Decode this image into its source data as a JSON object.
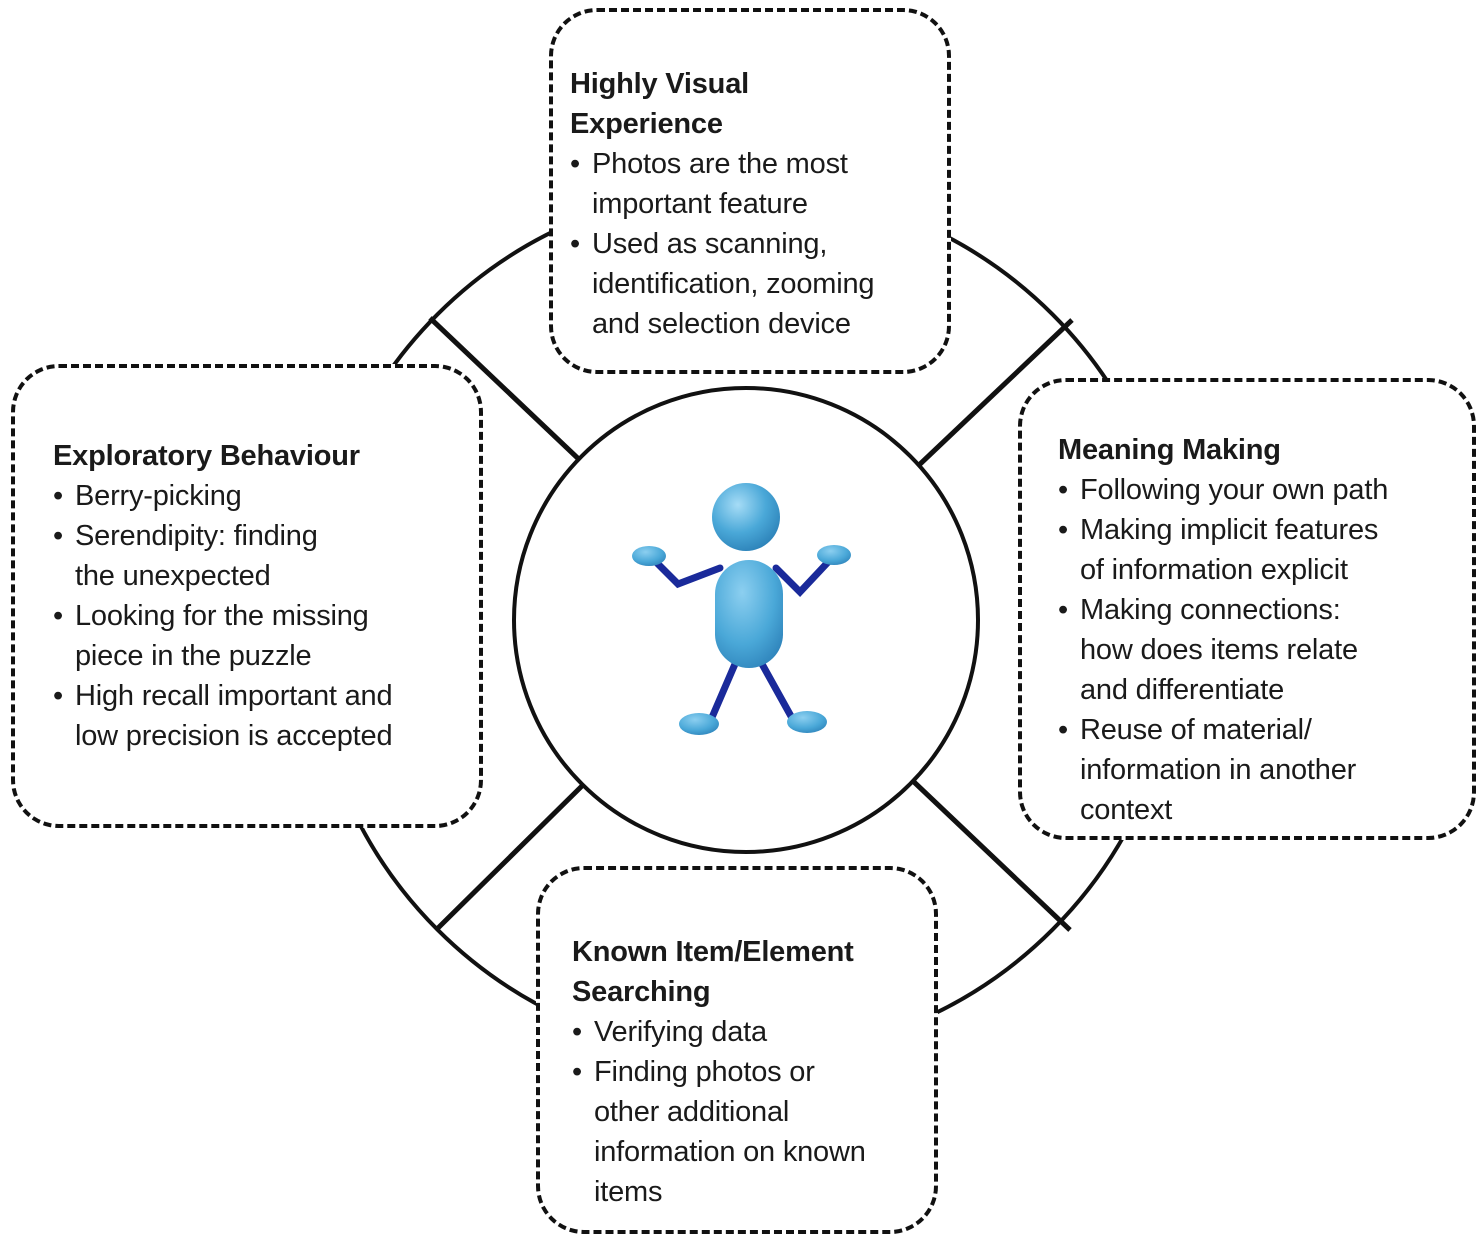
{
  "colors": {
    "line": "#111111",
    "figure_body": "#4aa8d8",
    "figure_limbs": "#1a2a9a",
    "background": "#ffffff"
  },
  "center": {
    "icon": "person-shrugging-icon"
  },
  "boxes": {
    "top": {
      "title": "Highly Visual\nExperience",
      "items": [
        "Photos are the most\nimportant feature",
        "Used as scanning,\nidentification, zooming\nand selection device"
      ]
    },
    "left": {
      "title": "Exploratory Behaviour",
      "items": [
        "Berry-picking",
        "Serendipity: finding\nthe unexpected",
        "Looking for the missing\npiece in the puzzle",
        "High recall important and\nlow precision is accepted"
      ]
    },
    "right": {
      "title": "Meaning Making",
      "items": [
        "Following your own path",
        "Making implicit features\nof information explicit",
        "Making connections:\nhow does items relate\nand differentiate",
        "Reuse of material/\ninformation in another\ncontext"
      ]
    },
    "bottom": {
      "title": "Known Item/Element\nSearching",
      "items": [
        "Verifying data",
        "Finding photos or\nother additional\ninformation on known\nitems"
      ]
    }
  }
}
